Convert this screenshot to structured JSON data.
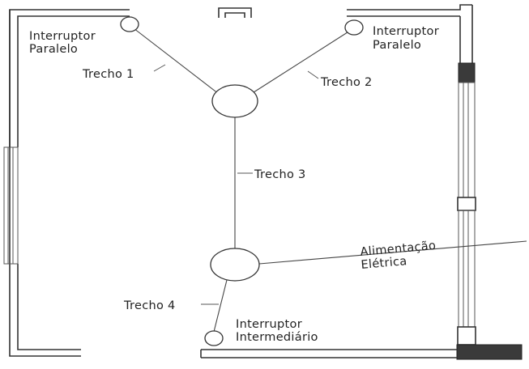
{
  "labels": {
    "switch_top_left": [
      "Interruptor",
      "Paralelo"
    ],
    "switch_top_right": [
      "Interruptor",
      "Paralelo"
    ],
    "segment_1": "Trecho 1",
    "segment_2": "Trecho 2",
    "segment_3": "Trecho 3",
    "segment_4": "Trecho 4",
    "power_supply": [
      "Alimentação",
      "Elétrica"
    ],
    "switch_bottom": [
      "Interruptor",
      "Intermediário"
    ]
  },
  "colors": {
    "line": "#444444",
    "wall": "#333333",
    "dark_fill": "#3a3a3a"
  }
}
